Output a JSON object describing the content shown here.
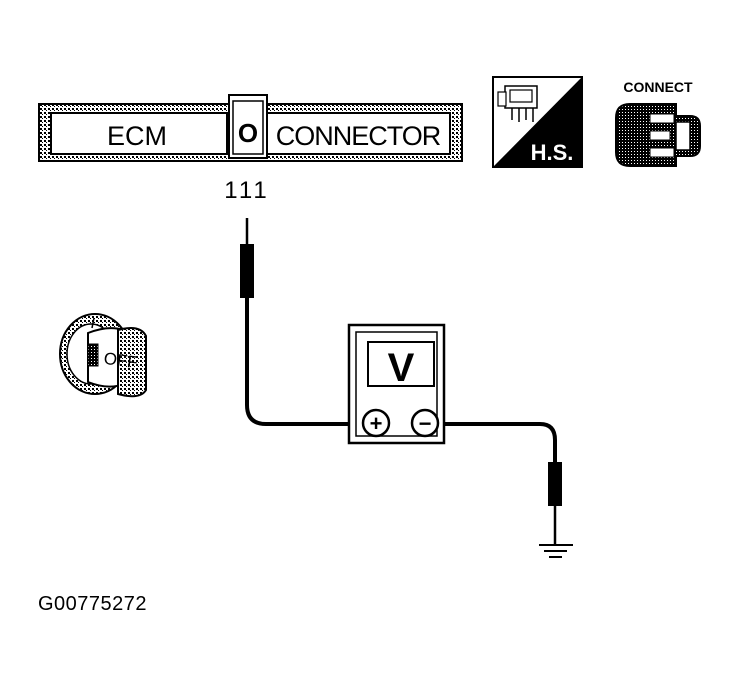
{
  "connector": {
    "left_label": "ECM",
    "latch_label": "O",
    "right_label": "CONNECTOR",
    "terminal": "111"
  },
  "icons": {
    "harness_side_label": "H.S.",
    "connect_label": "CONNECT"
  },
  "ignition": {
    "switch_label": "OFF"
  },
  "meter": {
    "label": "V",
    "positive_symbol": "+",
    "negative_symbol": "−"
  },
  "figure_id": "G00775272"
}
